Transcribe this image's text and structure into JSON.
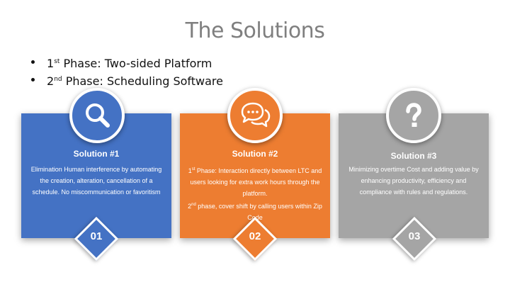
{
  "title": "The Solutions",
  "bullets": [
    {
      "num": "1",
      "sup": "st",
      "text": " Phase: Two-sided Platform"
    },
    {
      "num": "2",
      "sup": "nd",
      "text": " Phase: Scheduling Software"
    }
  ],
  "cards": [
    {
      "heading": "Solution #1",
      "body": "Elimination Human interference by automating the creation, alteration, cancellation of a schedule. No miscommunication or favoritism",
      "number": "01",
      "icon": "magnifier-icon",
      "color": "#4472c4"
    },
    {
      "heading": "Solution #2",
      "line1_num": "1",
      "line1_sup": "st",
      "line1_text": " Phase: Interaction directly between LTC and users looking for extra work hours through the platform.",
      "line2_num": "2",
      "line2_sup": "nd",
      "line2_text": " phase, cover shift by calling users within Zip Code",
      "number": "02",
      "icon": "chat-bubbles-icon",
      "color": "#ed7d31"
    },
    {
      "heading": "Solution #3",
      "body": "Minimizing overtime Cost and adding value by enhancing productivity, efficiency and compliance with rules and regulations.",
      "number": "03",
      "icon": "question-mark-icon",
      "color": "#a5a5a5"
    }
  ]
}
